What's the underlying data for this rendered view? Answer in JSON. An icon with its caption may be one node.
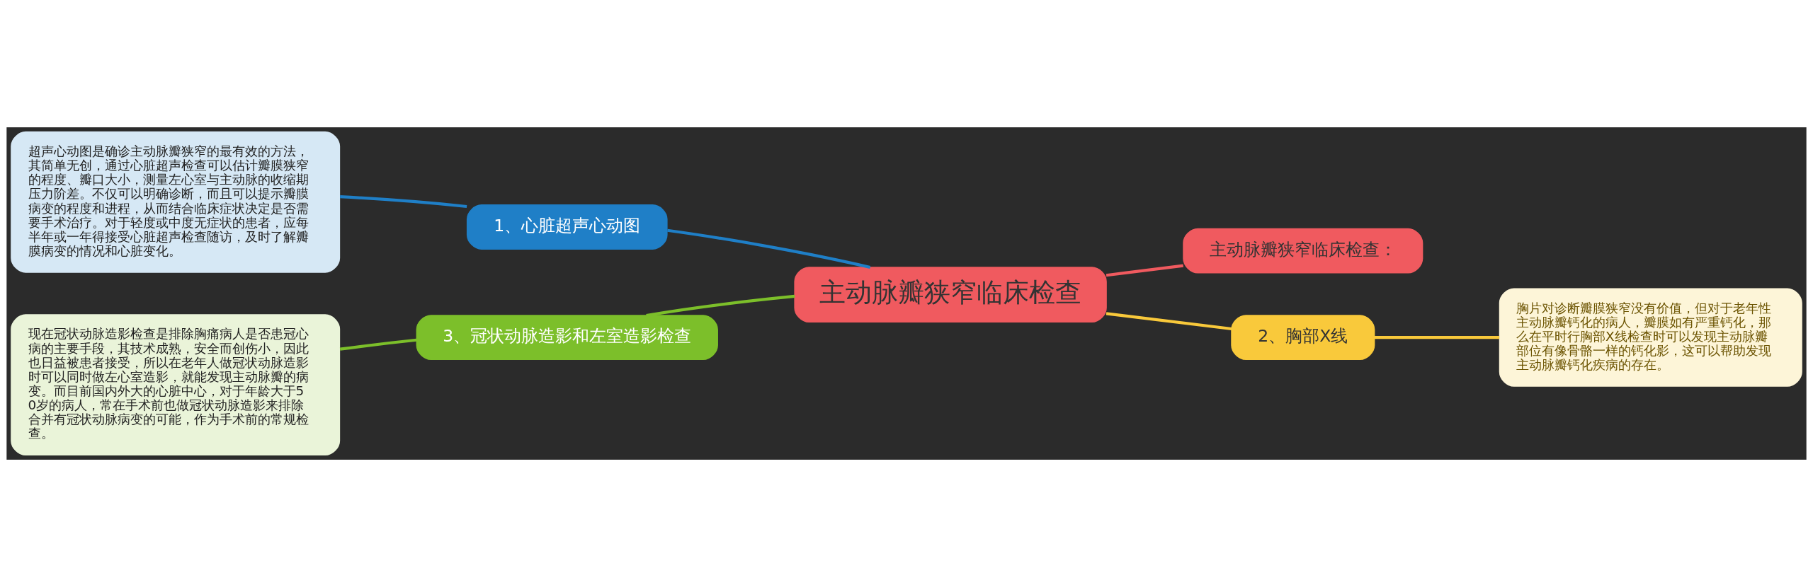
{
  "diagram": {
    "nodes": [
      {
        "text": [
          "主动脉瓣狭窄临床检查"
        ]
      },
      {
        "text": [
          "1、心脏超声心动图"
        ]
      },
      {
        "text": [
          "超声心动图是确诊主动脉瓣狭窄的最有效的方法，其简单无创，通过心脏超声检查可以估计瓣膜狭窄的程度、瓣口大小，测量左心室与主动脉的收缩期压力阶差。不仅可以明确诊断，而且可以提示瓣膜病变的程度和进程，从而结合临床症状决定是否需要手术治疗。对于轻度或中度无症状的患者，应每半年或一年得接受心脏超声检查随访，及时了解瓣膜病变的情况和心脏变化。"
        ]
      },
      {
        "text": [
          "主动脉瓣狭窄临床检查："
        ]
      },
      {
        "text": [
          "2、胸部X线"
        ]
      },
      {
        "text": [
          "胸片对诊断瓣膜狭窄没有价值，但对于老年性主动脉瓣钙化的病人，瓣膜如有严重钙化，那么在平时行胸部X线检查时可以发现主动脉瓣部位有像骨骼一样的钙化影，这可以帮助发现主动脉瓣钙化疾病的存在。"
        ]
      },
      {
        "text": [
          "3、冠状动脉造影和左室造影检查"
        ]
      },
      {
        "text": [
          "现在冠状动脉造影检查是排除胸痛病人是否患冠心病的主要手段，其技术成熟，安全而创伤小，因此也日益被患者接受，所以在老年人做冠状动脉造影时可以同时做左心室造影，就能发现主动脉瓣的病变。而目前国内外大的心脏中心，对于年龄大于50岁的病人，常在手术前也做冠状动脉造影来排除合并有冠状动脉病变的可能，作为手术前的常规检查。"
        ]
      }
    ],
    "edges": [
      {
        "from": 0,
        "to": 1,
        "arrow": "none",
        "color": "#1f7fc7"
      },
      {
        "from": 1,
        "to": 2,
        "arrow": "none",
        "color": "#1f7fc7"
      },
      {
        "from": 0,
        "to": 3,
        "arrow": "none",
        "color": "#f05a5f"
      },
      {
        "from": 0,
        "to": 4,
        "arrow": "none",
        "color": "#f9c93b"
      },
      {
        "from": 4,
        "to": 5,
        "arrow": "none",
        "color": "#f9c93b"
      },
      {
        "from": 0,
        "to": 6,
        "arrow": "none",
        "color": "#7cbf2a"
      },
      {
        "from": 6,
        "to": 7,
        "arrow": "none",
        "color": "#7cbf2a"
      }
    ]
  }
}
